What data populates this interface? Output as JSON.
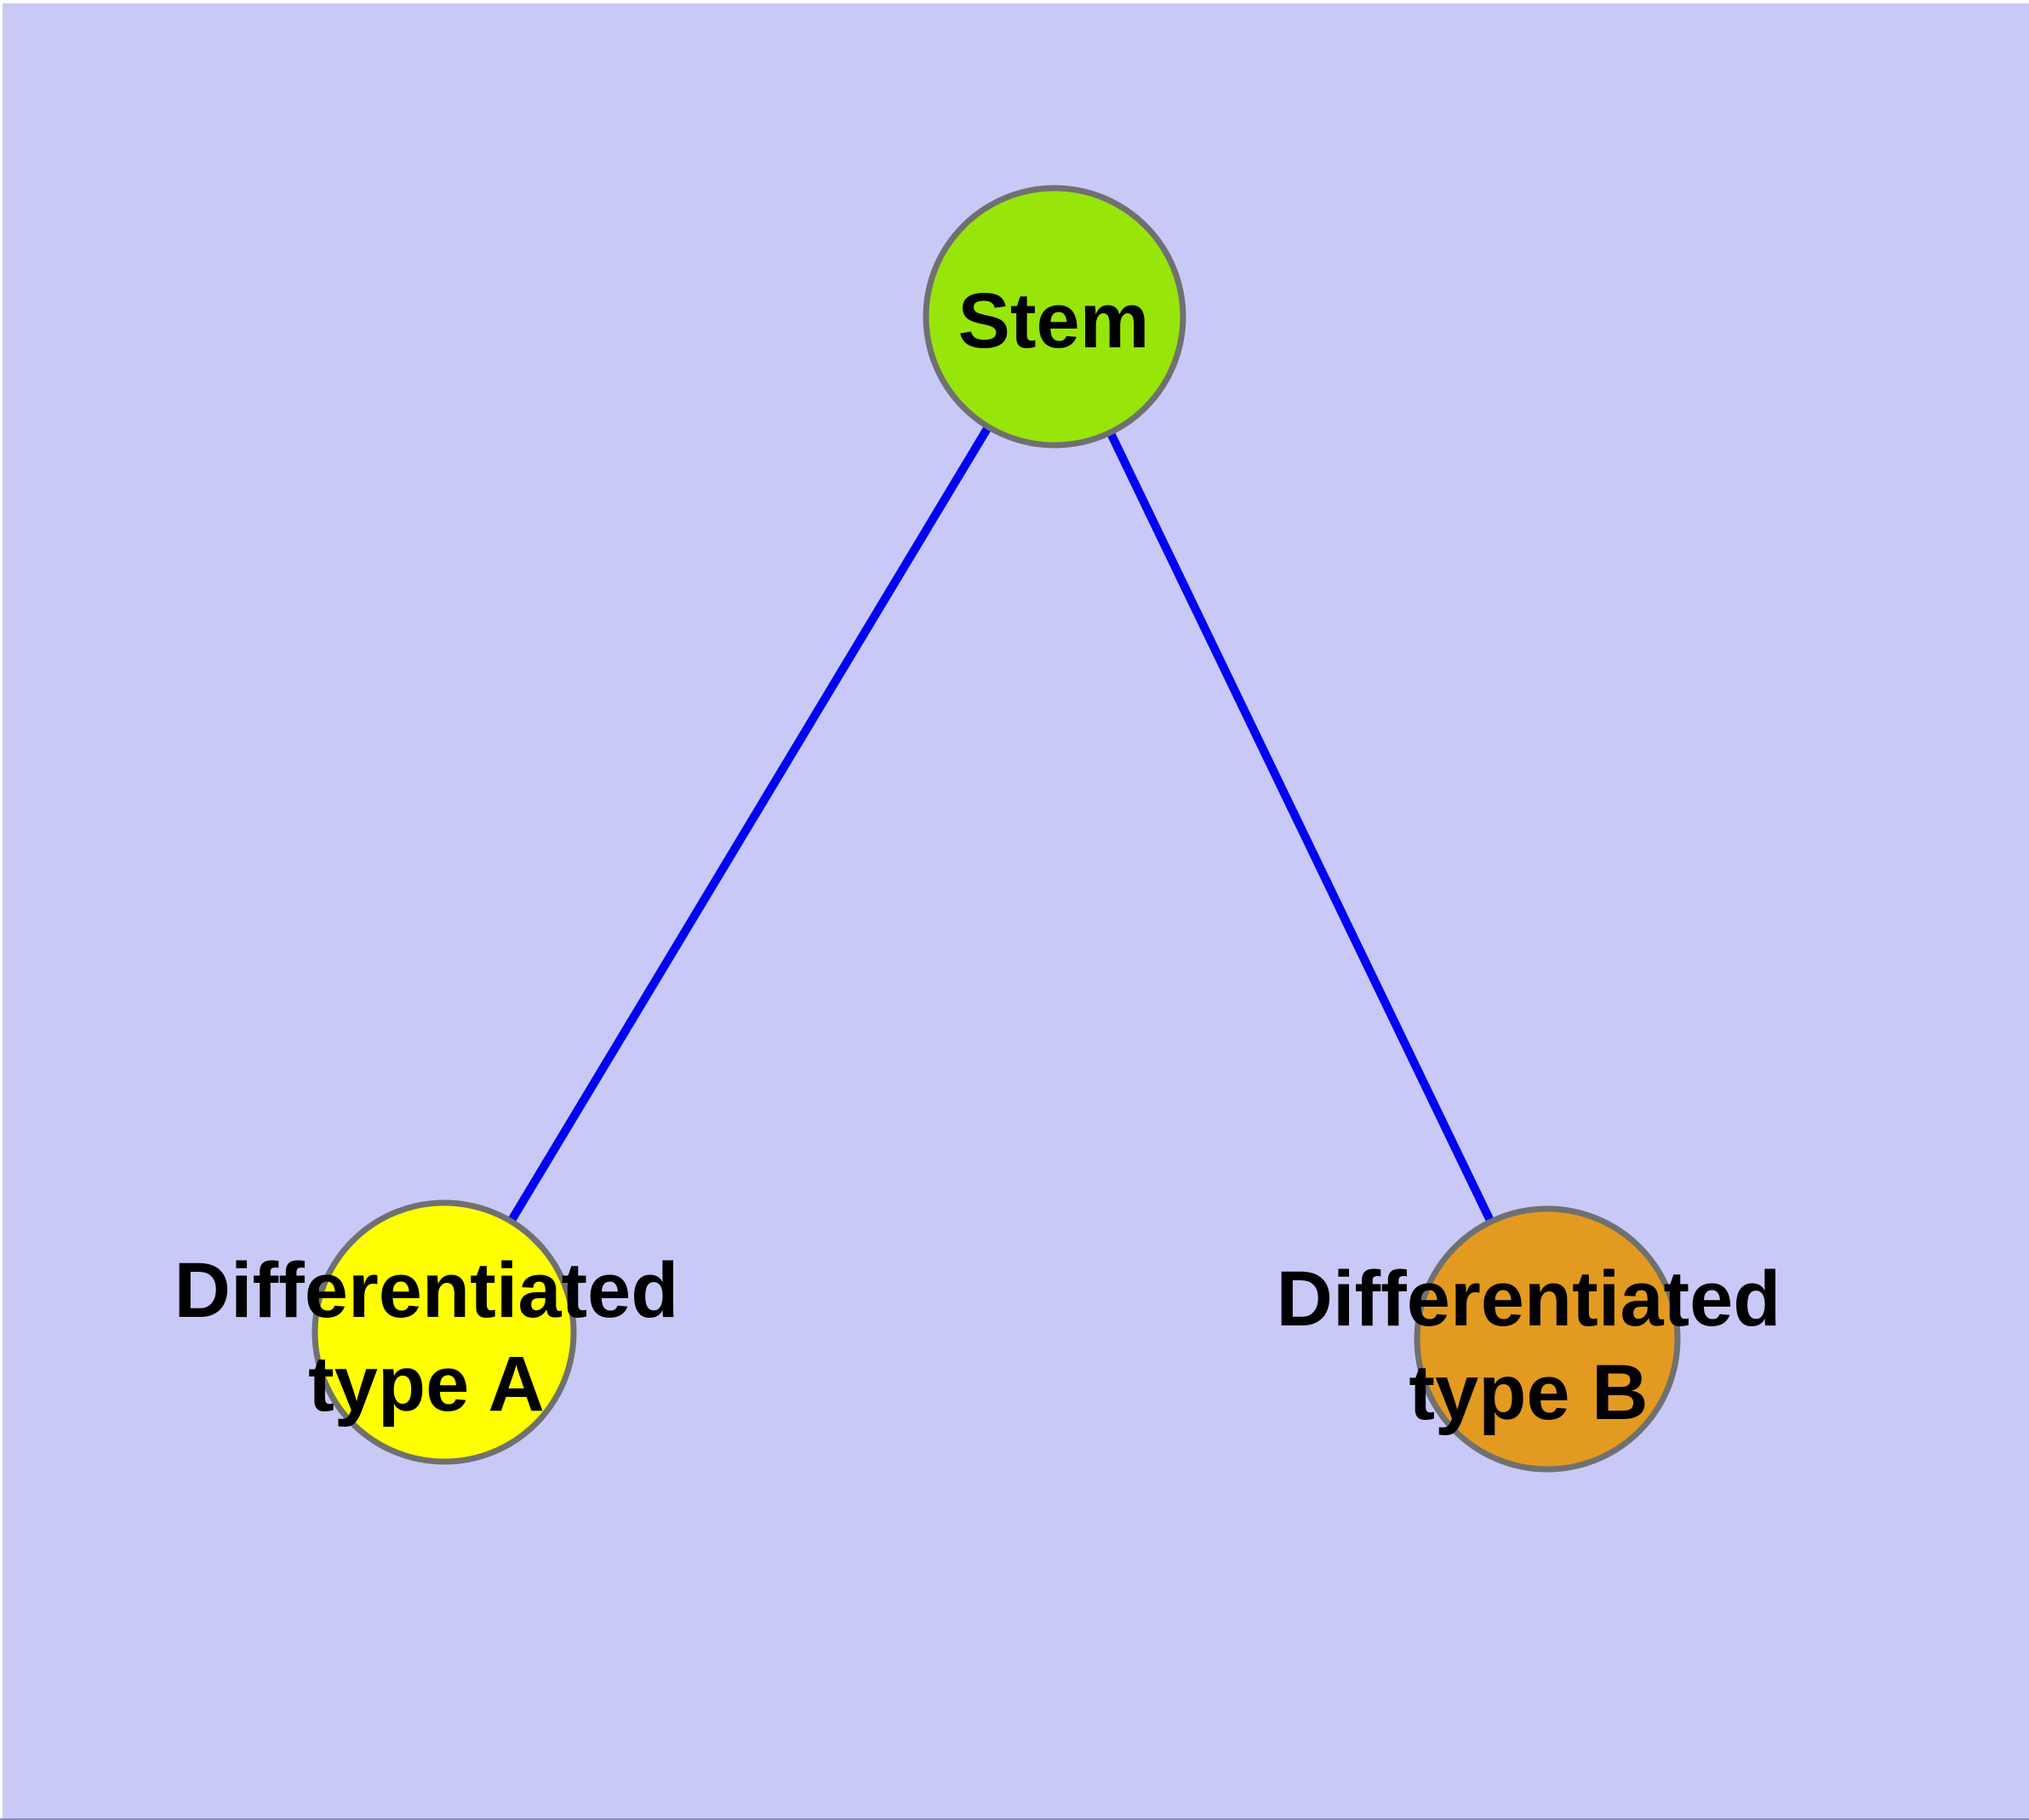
{
  "diagram": {
    "background_color": "#C9C9F8",
    "margin_color": "#FFFFFF",
    "bottom_edge_color": "#8E8EBE",
    "edge_color": "#0202F2",
    "node_border_color": "#707070",
    "label_color": "#000000",
    "nodes": {
      "stem": {
        "label": "Stem",
        "fill": "#98E509"
      },
      "type_a": {
        "label_line1": "Differentiated",
        "label_line2": "type A",
        "full_label": "Differentiated type A",
        "fill": "#FFFF00"
      },
      "type_b": {
        "label_line1": "Differentiated",
        "label_line2": "type B",
        "full_label": "Differentiated type B",
        "fill": "#E39A20"
      }
    },
    "edges": [
      {
        "from": "Stem",
        "to": "Differentiated type A"
      },
      {
        "from": "Stem",
        "to": "Differentiated type B"
      }
    ]
  }
}
